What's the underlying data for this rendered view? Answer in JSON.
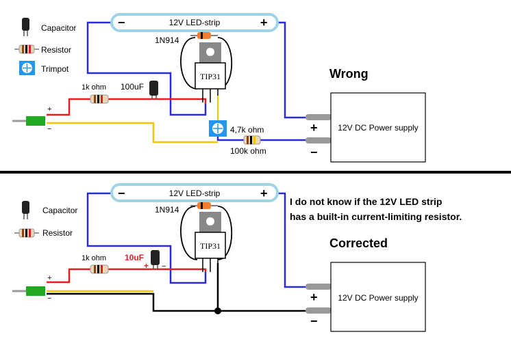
{
  "legend_top": {
    "capacitor": "Capacitor",
    "resistor": "Resistor",
    "trimpot": "Trimpot"
  },
  "legend_bottom": {
    "capacitor": "Capacitor",
    "resistor": "Resistor"
  },
  "wrong": {
    "title": "Wrong",
    "led_strip": "12V LED-strip",
    "led_minus": "−",
    "led_plus": "+",
    "diode": "1N914",
    "transistor": "TIP31",
    "r1": "1k ohm",
    "cap": "100uF",
    "trimpot": "4,7k ohm",
    "r2": "100k ohm",
    "psu": "12V DC Power supply",
    "psu_plus": "+",
    "psu_minus": "−",
    "in_plus": "+",
    "in_minus": "−"
  },
  "corrected": {
    "title": "Corrected",
    "note_line1": "I do not know if the 12V LED strip",
    "note_line2": "has a built-in current-limiting resistor.",
    "led_strip": "12V LED-strip",
    "led_minus": "−",
    "led_plus": "+",
    "diode": "1N914",
    "transistor": "TIP31",
    "r1": "1k ohm",
    "cap": "10uF",
    "cap_plus": "+",
    "cap_minus": "−",
    "psu": "12V DC Power supply",
    "psu_plus": "+",
    "psu_minus": "−",
    "in_plus": "+",
    "in_minus": "−"
  },
  "colors": {
    "wire_blue": "#2b2bd6",
    "wire_red": "#e02020",
    "wire_yellow": "#f5c400",
    "wire_black": "#000000",
    "strip_outline": "#9fd3e6",
    "trimpot_blue": "#2196f3",
    "diode_orange": "#f08030"
  }
}
